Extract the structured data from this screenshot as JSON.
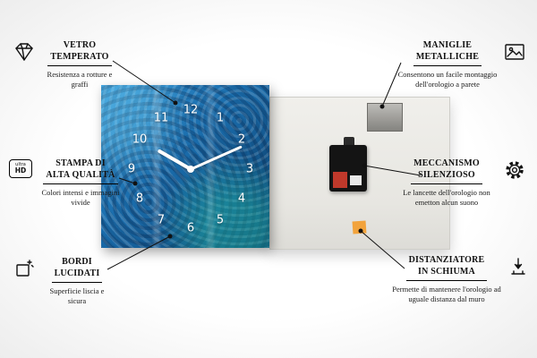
{
  "product": {
    "clock_numbers": [
      "12",
      "1",
      "2",
      "3",
      "4",
      "5",
      "6",
      "7",
      "8",
      "9",
      "10",
      "11"
    ]
  },
  "callouts": {
    "vetro": {
      "title1": "VETRO",
      "title2": "TEMPERATO",
      "subtitle": "Resistenza a rotture e graffi"
    },
    "stampa": {
      "title1": "STAMPA DI",
      "title2": "ALTA QUALITÀ",
      "subtitle": "Colori intensi e immagini vivide",
      "icon_line1": "ultra",
      "icon_line2": "HD"
    },
    "bordi": {
      "title1": "BORDI",
      "title2": "LUCIDATI",
      "subtitle": "Superficie liscia e sicura"
    },
    "maniglie": {
      "title1": "MANIGLIE",
      "title2": "METALLICHE",
      "subtitle": "Consentono un facile montaggio dell'orologio a parete"
    },
    "meccanismo": {
      "title1": "MECCANISMO",
      "title2": "SILENZIOSO",
      "subtitle": "Le lancette dell'orologio non emetton alcun suono"
    },
    "distanziatore": {
      "title1": "DISTANZIATORE",
      "title2": "IN SCHIUMA",
      "subtitle": "Permette di mantenere l'orologio ad uguale distanza dal muro"
    }
  },
  "colors": {
    "accent_blue": "#1a6cab",
    "foam_orange": "#f2a33c",
    "battery_red": "#c0392b",
    "line_black": "#111111"
  }
}
